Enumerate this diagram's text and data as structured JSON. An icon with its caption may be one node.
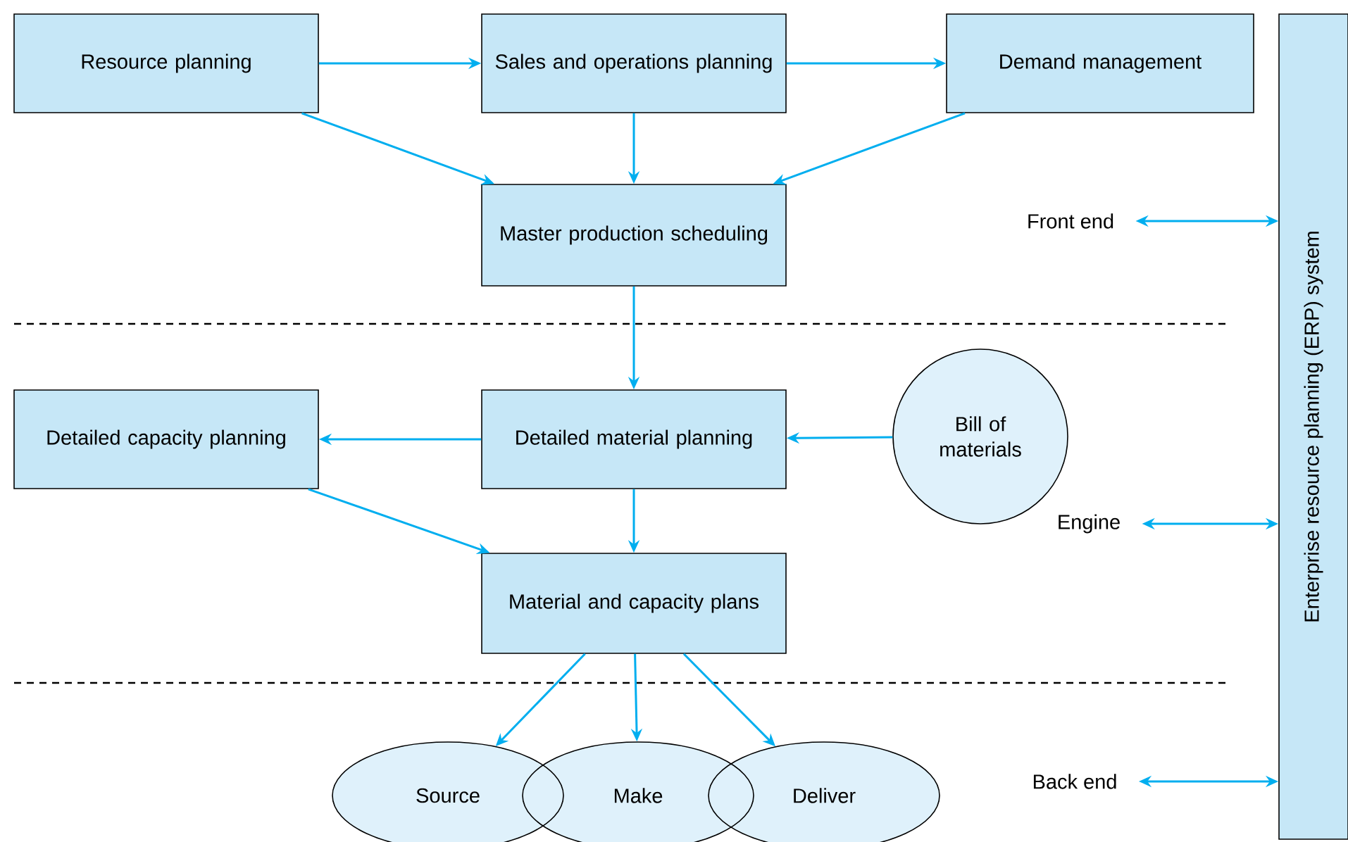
{
  "diagram": {
    "nodes": [
      {
        "text": [
          "Resource planning"
        ]
      },
      {
        "text": [
          "Sales and operations planning"
        ]
      },
      {
        "text": [
          "Demand management"
        ]
      },
      {
        "text": [
          "Master production scheduling"
        ]
      },
      {
        "text": [
          "Detailed capacity planning"
        ]
      },
      {
        "text": [
          "Detailed material planning"
        ]
      },
      {
        "text": [
          "Bill of materials"
        ]
      },
      {
        "text": [
          "Material and capacity plans"
        ]
      },
      {
        "text": [
          "Source"
        ]
      },
      {
        "text": [
          "Make"
        ]
      },
      {
        "text": [
          "Deliver"
        ]
      },
      {
        "text": [
          "Front end"
        ]
      },
      {
        "text": [
          "Engine"
        ]
      },
      {
        "text": [
          "Back end"
        ]
      },
      {
        "text": [
          "Enterprise resource planning (ERP) system"
        ]
      }
    ],
    "edges": [
      {
        "from": 0,
        "to": 1,
        "arrow": "to"
      },
      {
        "from": 1,
        "to": 2,
        "arrow": "to"
      },
      {
        "from": 0,
        "to": 3,
        "arrow": "to"
      },
      {
        "from": 1,
        "to": 3,
        "arrow": "to"
      },
      {
        "from": 2,
        "to": 3,
        "arrow": "to"
      },
      {
        "from": 3,
        "to": 5,
        "arrow": "to"
      },
      {
        "from": 5,
        "to": 4,
        "arrow": "to"
      },
      {
        "from": 6,
        "to": 5,
        "arrow": "to"
      },
      {
        "from": 5,
        "to": 7,
        "arrow": "to"
      },
      {
        "from": 4,
        "to": 7,
        "arrow": "to"
      },
      {
        "from": 7,
        "to": 8,
        "arrow": "to"
      },
      {
        "from": 7,
        "to": 9,
        "arrow": "to"
      },
      {
        "from": 7,
        "to": 10,
        "arrow": "to"
      },
      {
        "from": 11,
        "to": 14,
        "arrow": "both"
      },
      {
        "from": 12,
        "to": 14,
        "arrow": "both"
      },
      {
        "from": 13,
        "to": 14,
        "arrow": "both"
      }
    ]
  }
}
